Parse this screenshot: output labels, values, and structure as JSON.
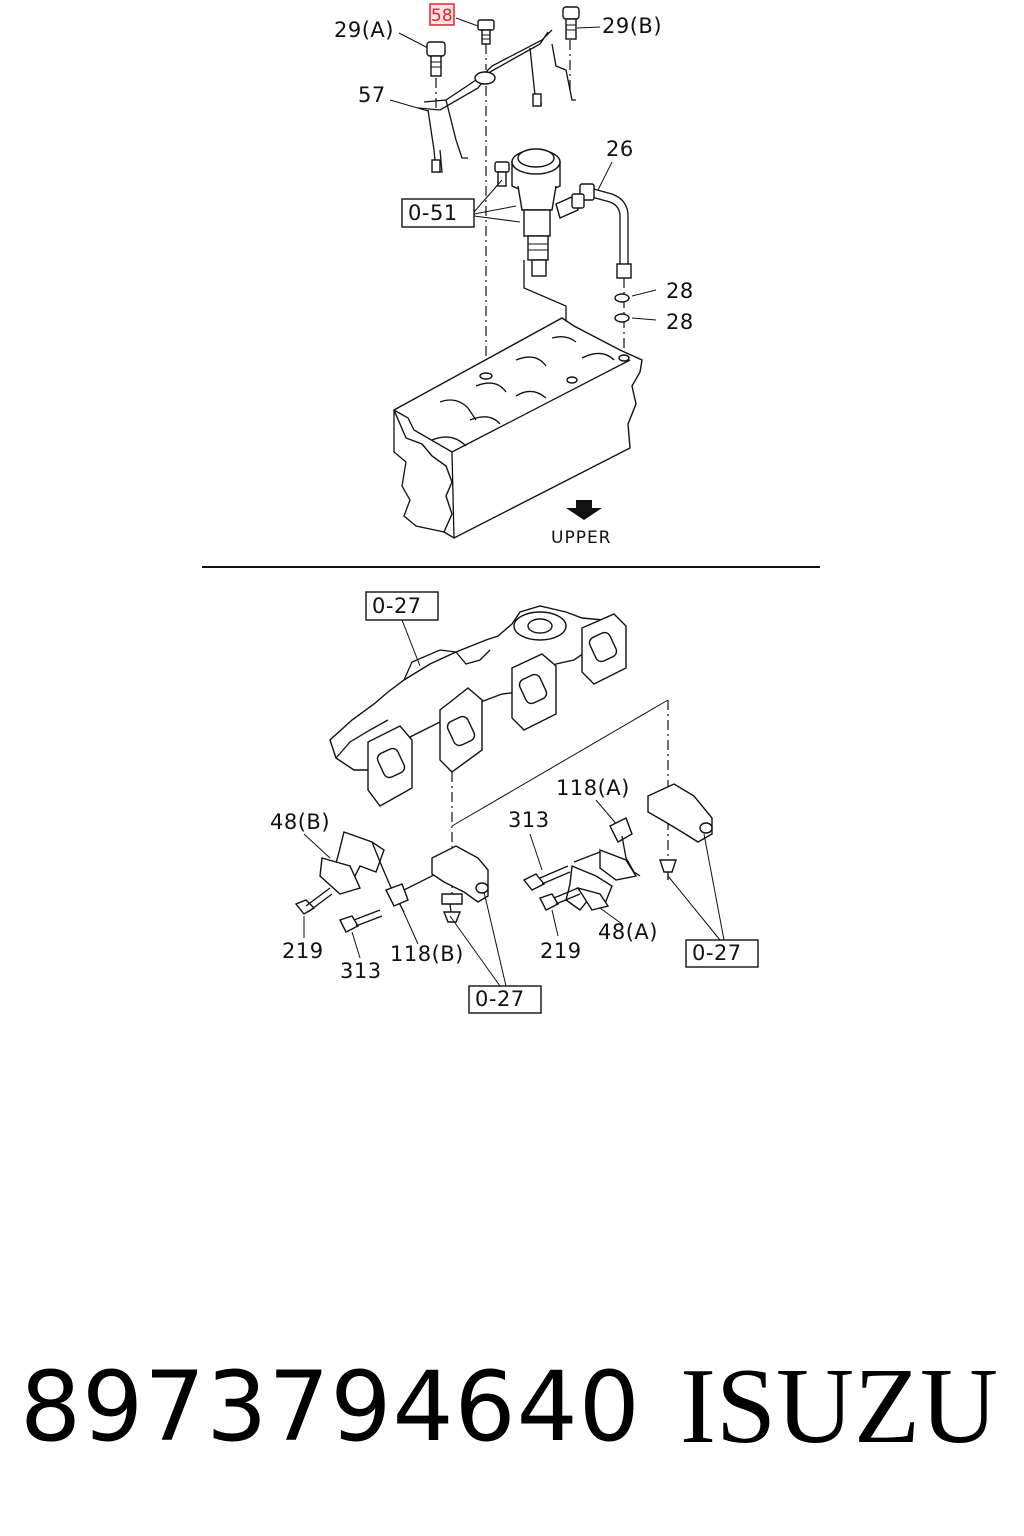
{
  "diagram": {
    "upper_section": {
      "callouts": {
        "c58": "58",
        "c29a": "29(A)",
        "c29b": "29(B)",
        "c57": "57",
        "c26": "26",
        "c28_top": "28",
        "c28_bottom": "28",
        "ref_051": "0-51"
      },
      "direction_label": "UPPER"
    },
    "lower_section": {
      "callouts": {
        "c48b": "48(B)",
        "c219_left": "219",
        "c313_left": "313",
        "c118b": "118(B)",
        "c313_right": "313",
        "c118a": "118(A)",
        "c219_right": "219",
        "c48a": "48(A)",
        "ref_027_top": "0-27",
        "ref_027_middle": "0-27",
        "ref_027_right": "0-27"
      }
    },
    "highlight_color": "#e0242a"
  },
  "footer": {
    "part_number": "8973794640",
    "brand": "ISUZU"
  }
}
